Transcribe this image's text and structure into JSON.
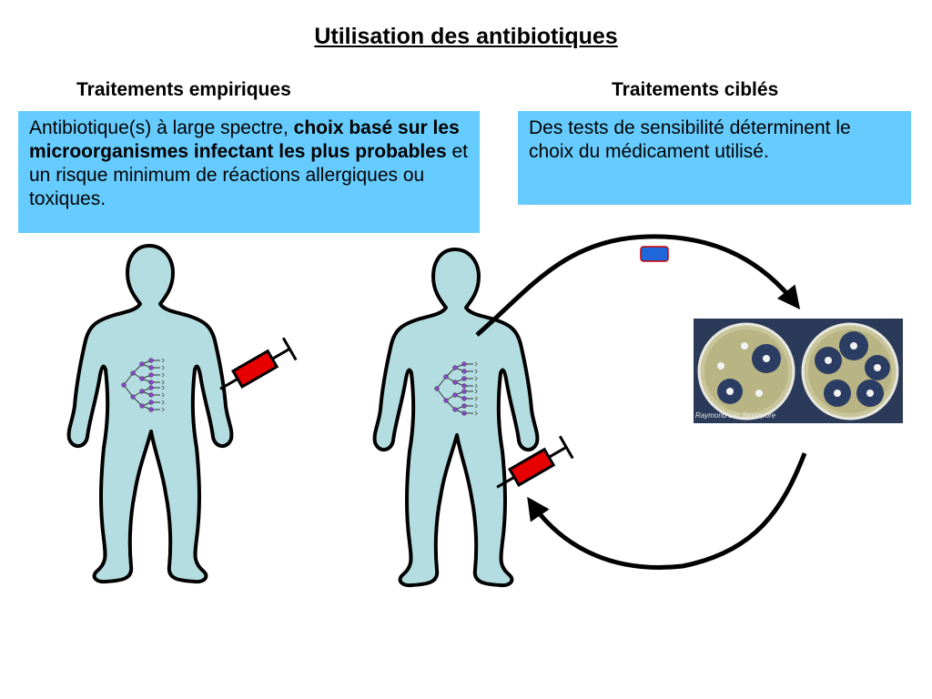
{
  "title": "Utilisation des antibiotiques",
  "left": {
    "heading": "Traitements empiriques",
    "text_1": "Antibiotique(s) à large spectre, ",
    "text_bold": "choix basé sur les microorganismes infectant les plus probables",
    "text_2": " et un risque minimum de réactions allergiques ou toxiques."
  },
  "right": {
    "heading": "Traitements ciblés",
    "text": "Des tests de sensibilité déterminent le choix du médicament utilisé."
  },
  "photo_credit": "Raymond Lin, Singapore",
  "colors": {
    "box": "#66ccff",
    "body": "#b3dde0",
    "syringe": "#e60000",
    "bacteria": "#8844cc",
    "marker": "#1e66d9"
  }
}
